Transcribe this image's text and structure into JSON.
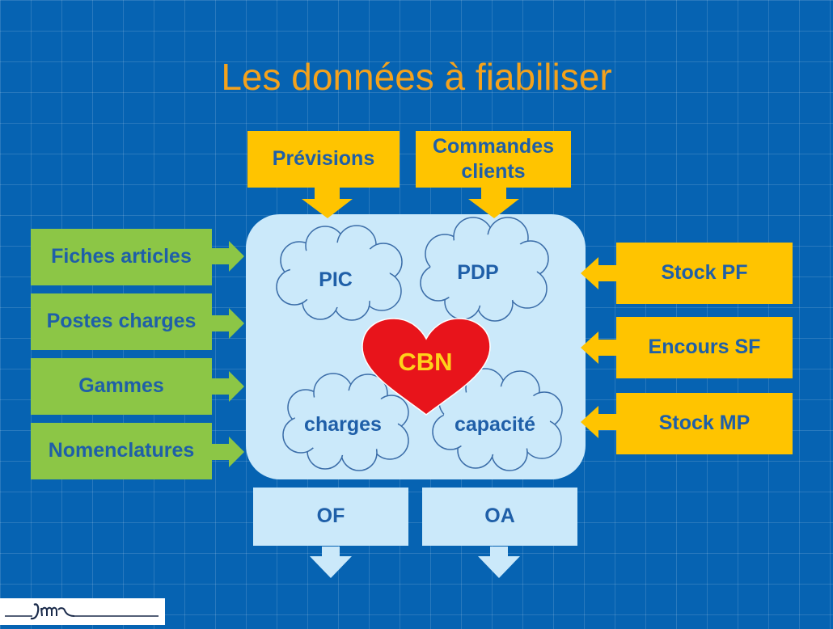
{
  "title": "Les données à fiabiliser",
  "top_inputs": [
    {
      "label": "Prévisions"
    },
    {
      "label": "Commandes clients"
    }
  ],
  "left_inputs": [
    {
      "label": "Fiches articles"
    },
    {
      "label": "Postes charges"
    },
    {
      "label": "Gammes"
    },
    {
      "label": "Nomenclatures"
    }
  ],
  "right_inputs": [
    {
      "label": "Stock PF"
    },
    {
      "label": "Encours SF"
    },
    {
      "label": "Stock MP"
    }
  ],
  "clouds": {
    "pic": "PIC",
    "pdp": "PDP",
    "charges": "charges",
    "capacite": "capacité"
  },
  "heart_label": "CBN",
  "outputs": [
    {
      "label": "OF"
    },
    {
      "label": "OA"
    }
  ],
  "colors": {
    "background": "#0663b2",
    "title": "#f4a21c",
    "yellow_box": "#ffc400",
    "green_box": "#8cc646",
    "light_box": "#cbe9fa",
    "text": "#1f5fa8",
    "heart": "#e8141b",
    "heart_text": "#ffd21a"
  }
}
